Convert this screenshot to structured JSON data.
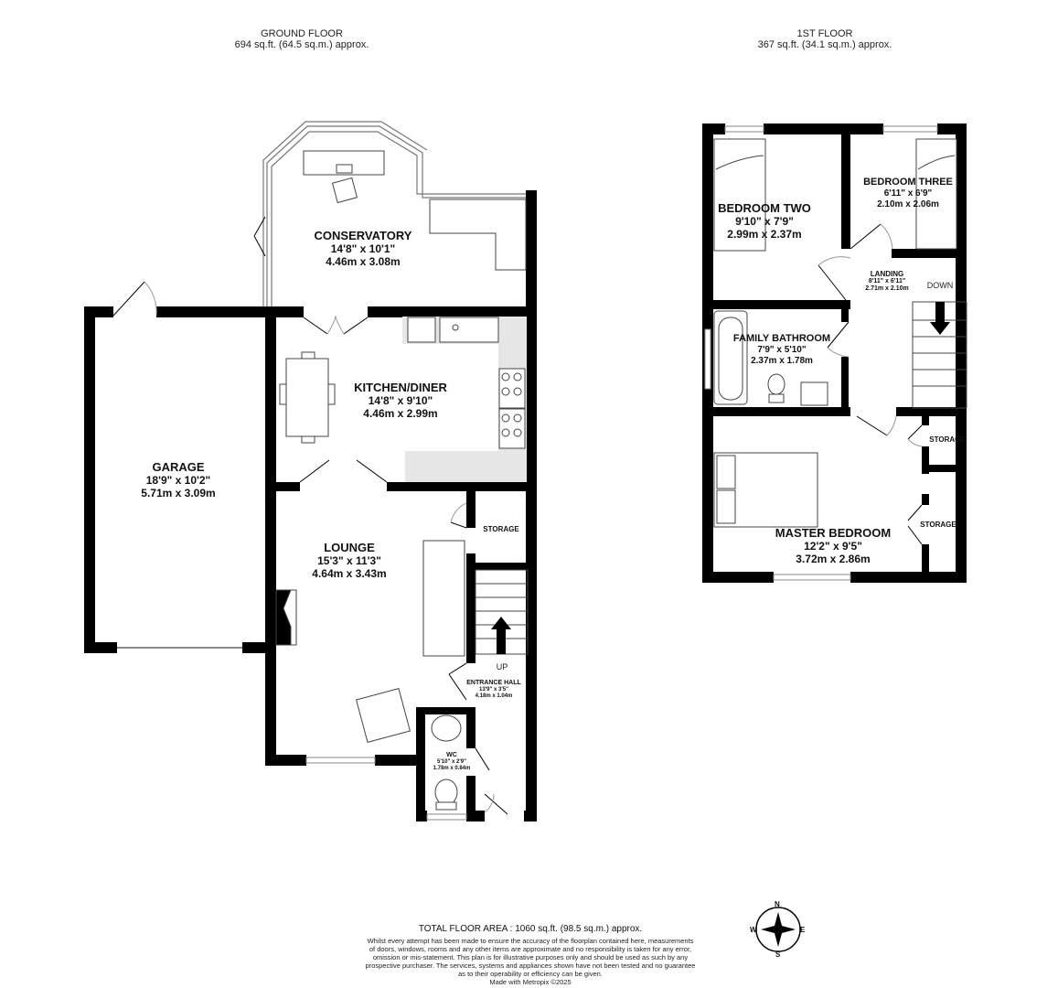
{
  "floors": {
    "ground": {
      "title": "GROUND FLOOR",
      "area": "694 sq.ft. (64.5 sq.m.) approx."
    },
    "first": {
      "title": "1ST FLOOR",
      "area": "367 sq.ft. (34.1 sq.m.) approx."
    }
  },
  "rooms": {
    "conservatory": {
      "name": "CONSERVATORY",
      "imperial": "14'8\"  x 10'1\"",
      "metric": "4.46m  x 3.08m"
    },
    "kitchen": {
      "name": "KITCHEN/DINER",
      "imperial": "14'8\"  x 9'10\"",
      "metric": "4.46m  x 2.99m"
    },
    "garage": {
      "name": "GARAGE",
      "imperial": "18'9\"  x 10'2\"",
      "metric": "5.71m  x 3.09m"
    },
    "lounge": {
      "name": "LOUNGE",
      "imperial": "15'3\"  x 11'3\"",
      "metric": "4.64m  x 3.43m"
    },
    "entrance_hall": {
      "name": "ENTRANCE HALL",
      "imperial": "13'9\"  x 3'5\"",
      "metric": "4.18m  x 1.04m"
    },
    "wc": {
      "name": "WC",
      "imperial": "5'10\"  x 2'9\"",
      "metric": "1.78m  x 0.84m"
    },
    "bedroom_two": {
      "name": "BEDROOM TWO",
      "imperial": "9'10\"  x 7'9\"",
      "metric": "2.99m  x 2.37m"
    },
    "bedroom_three": {
      "name": "BEDROOM THREE",
      "imperial": "6'11\"  x 6'9\"",
      "metric": "2.10m  x 2.06m"
    },
    "landing": {
      "name": "LANDING",
      "imperial": "8'11\"  x 6'11\"",
      "metric": "2.71m  x 2.10m"
    },
    "family_bathroom": {
      "name": "FAMILY BATHROOM",
      "imperial": "7'9\"  x 5'10\"",
      "metric": "2.37m  x 1.78m"
    },
    "master_bedroom": {
      "name": "MASTER BEDROOM",
      "imperial": "12'2\"  x 9'5\"",
      "metric": "3.72m  x 2.86m"
    }
  },
  "labels": {
    "storage": "STORAGE",
    "up": "UP",
    "down": "DOWN"
  },
  "footer": {
    "total": "TOTAL FLOOR AREA : 1060 sq.ft. (98.5 sq.m.) approx.",
    "disclaimer": [
      "Whilst every attempt has been made to ensure the accuracy of the floorplan contained here, measurements",
      "of doors, windows, rooms and any other items are approximate and no responsibility is taken for any error,",
      "omission or mis-statement. This plan is for illustrative purposes only and should be used as such by any",
      "prospective purchaser. The services, systems and appliances shown have not been tested and no guarantee",
      "as to their operability or efficiency can be given."
    ],
    "credit": "Made with Metropix ©2025"
  },
  "compass": {
    "n": "N",
    "e": "E",
    "s": "S",
    "w": "W"
  },
  "colors": {
    "wall": "#000000",
    "worktop": "#e6e6e6",
    "fixture": "#555555"
  }
}
